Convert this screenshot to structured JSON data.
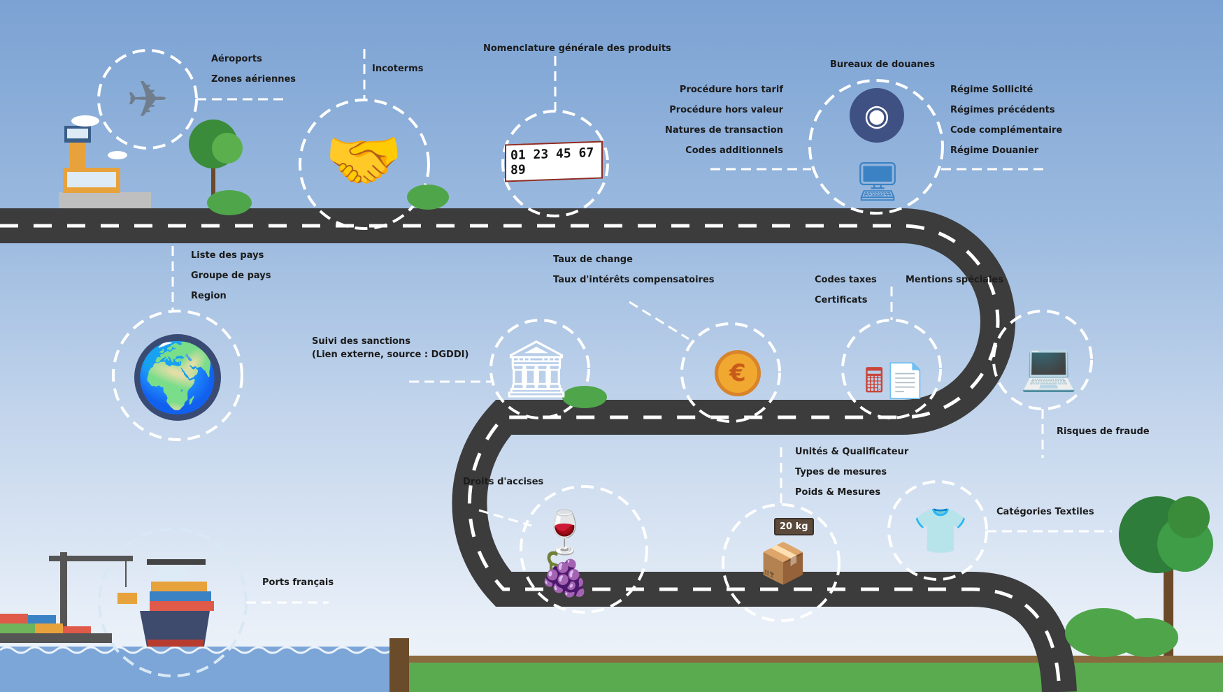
{
  "labels": {
    "airports": "Aéroports",
    "air_zones": "Zones aériennes",
    "incoterms": "Incoterms",
    "nomenclature": "Nomenclature générale des produits",
    "phone_number": "01 23 45 67 89",
    "customs_offices": "Bureaux de douanes",
    "proc_hors_tarif": "Procédure hors tarif",
    "proc_hors_valeur": "Procédure hors valeur",
    "natures_transaction": "Natures de transaction",
    "codes_additionnels": "Codes additionnels",
    "regime_sollicite": "Régime Sollicité",
    "regimes_precedents": "Régimes précédents",
    "code_complementaire": "Code complémentaire",
    "regime_douanier": "Régime Douanier",
    "liste_pays": "Liste des pays",
    "groupe_pays": "Groupe de pays",
    "region": "Region",
    "taux_change": "Taux de change",
    "taux_interets": "Taux d'intérêts compensatoires",
    "codes_taxes": "Codes taxes",
    "certificats": "Certificats",
    "mentions_speciales": "Mentions spéciales",
    "suivi_sanctions_1": "Suivi des sanctions",
    "suivi_sanctions_2": "(Lien externe, source : DGDDI)",
    "risques_fraude": "Risques de fraude",
    "droits_accises": "Droits d'accises",
    "unites": "Unités & Qualificateur",
    "types_mesures": "Types de mesures",
    "poids_mesures": "Poids & Mesures",
    "categories_textiles": "Catégories Textiles",
    "ports_francais": "Ports français",
    "weight_badge": "20 kg"
  },
  "colors": {
    "road": "#3c3c3c",
    "road_marking": "#ffffff",
    "grass": "#5aaa4f",
    "water": "#7ca5d8",
    "accent_red": "#c9463a"
  },
  "icons": [
    "airplane-icon",
    "handshake-icon",
    "phone-number-icon",
    "customs-emblem-icon",
    "globe-icon",
    "courthouse-gavel-icon",
    "coins-euro-icon",
    "calculator-certificate-icon",
    "hacker-laptop-icon",
    "wine-bottles-icon",
    "scale-boxes-icon",
    "clothes-rack-icon",
    "cargo-ship-icon"
  ]
}
